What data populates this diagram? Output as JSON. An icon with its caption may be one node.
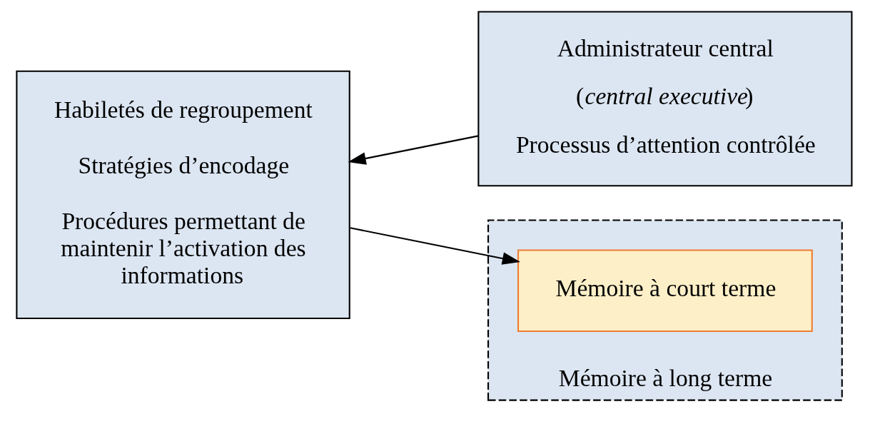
{
  "diagram": {
    "nodes": [
      {
        "text": [
          "Administrateur central",
          "(*central executive*)",
          "Processus d’attention contrôlée"
        ]
      },
      {
        "text": [
          "Habiletés de regroupement",
          "Stratégies d’encodage",
          "Procédures permettant de maintenir l’activation des informations"
        ]
      },
      {
        "text": [
          "Mémoire à long terme"
        ]
      },
      {
        "text": [
          "Mémoire à court terme"
        ],
        "in": 2
      }
    ],
    "edges": [
      {
        "from": 0,
        "to": 1,
        "arrow": "to"
      },
      {
        "from": 1,
        "to": 3,
        "arrow": "to"
      }
    ]
  }
}
